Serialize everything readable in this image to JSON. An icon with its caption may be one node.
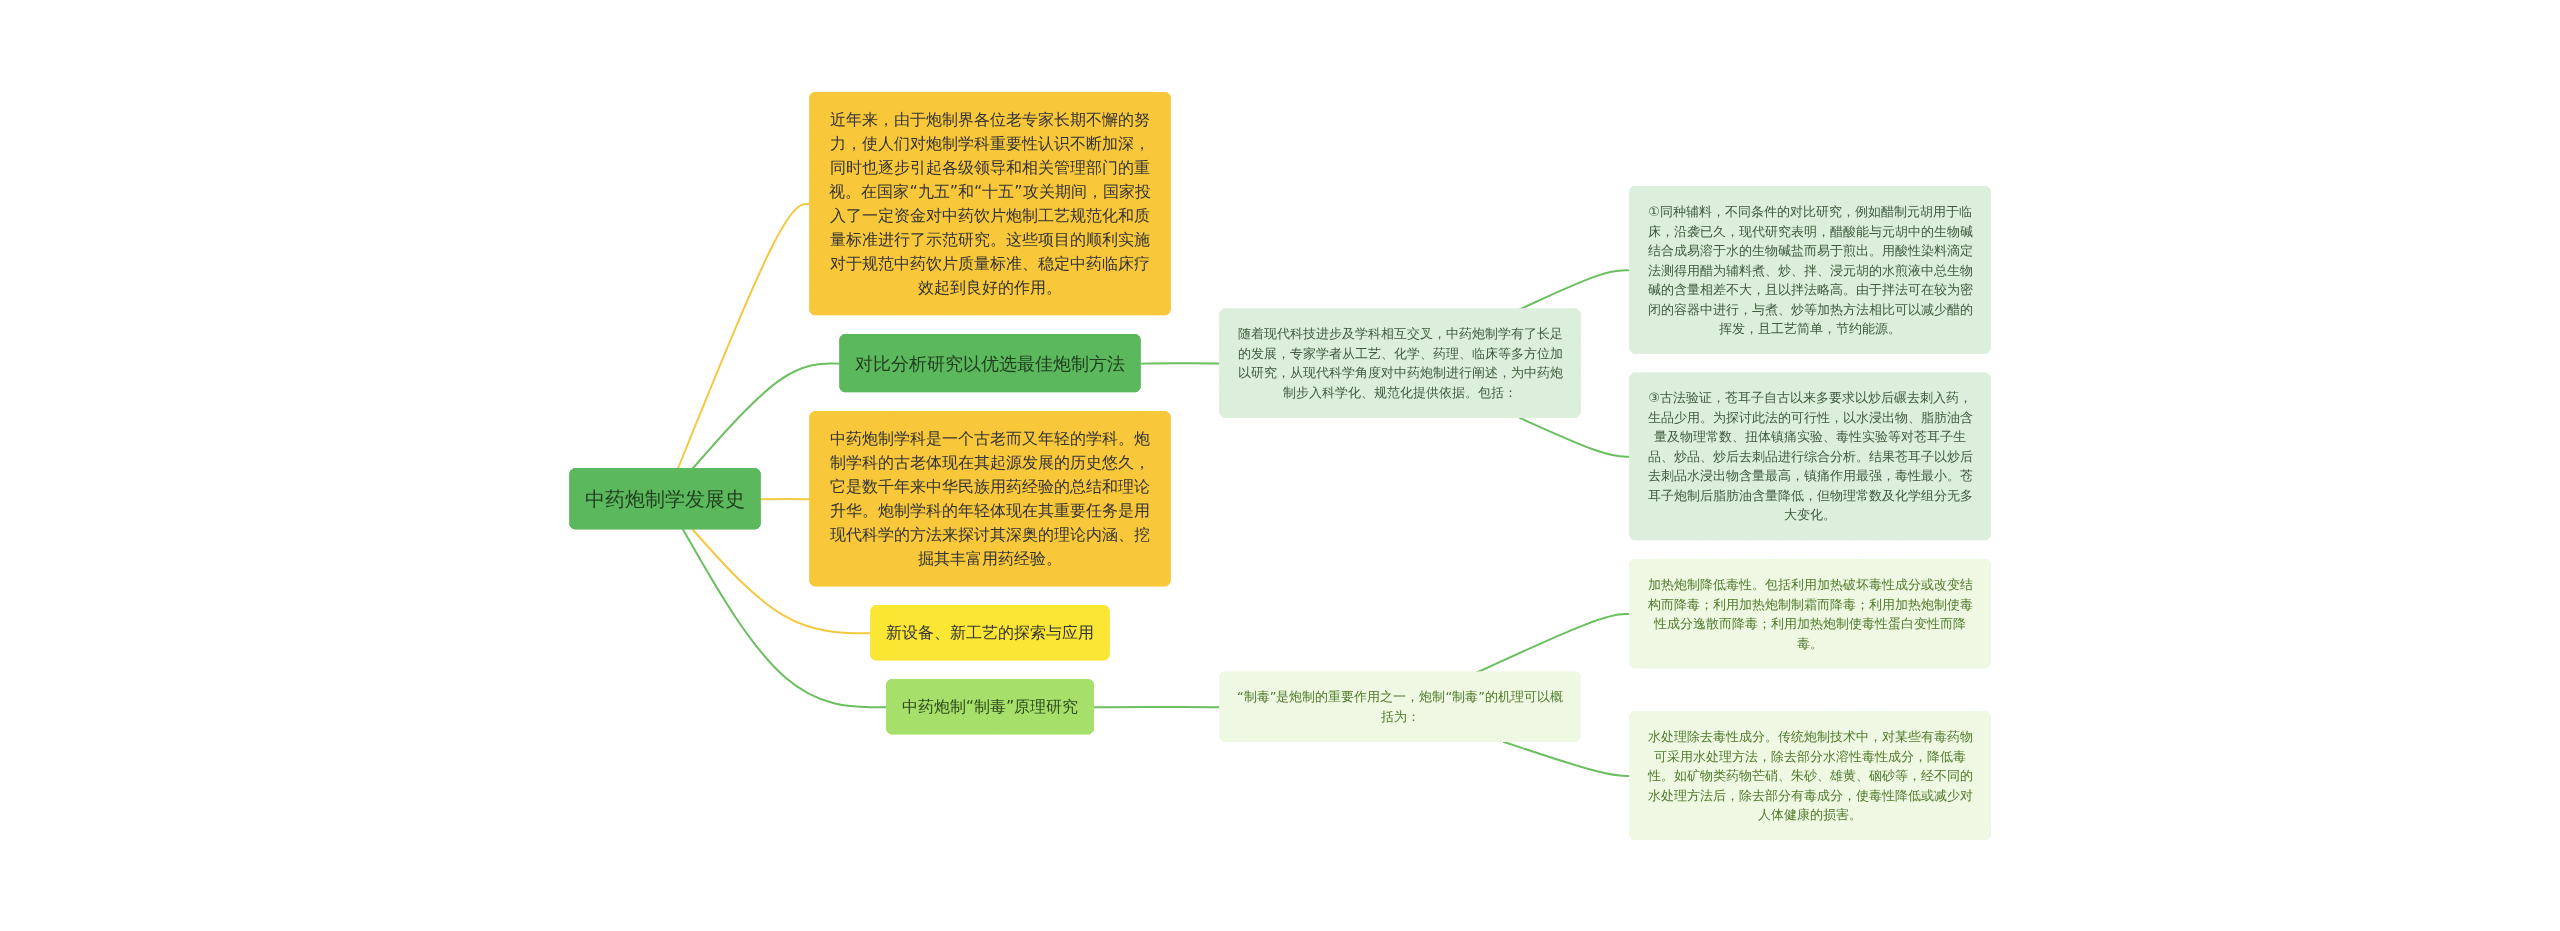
{
  "diagram": {
    "nodes": [
      {
        "text": [
          "中药炮制学发展史"
        ]
      },
      {
        "text": [
          "近年来，由于炮制界各位老专家长期不懈的努力，使人们对炮制学科重要性认识不断加深，同时也逐步引起各级领导和相关管理部门的重视。在国家“九五”和“十五”攻关期间，国家投入了一定资金对中药饮片炮制工艺规范化和质量标准进行了示范研究。这些项目的顺利实施对于规范中药饮片质量标准、稳定中药临床疗效起到良好的作用。"
        ]
      },
      {
        "text": [
          "对比分析研究以优选最佳炮制方法"
        ]
      },
      {
        "text": [
          "随着现代科技进步及学科相互交叉，中药炮制学有了长足的发展，专家学者从工艺、化学、药理、临床等多方位加以研究，从现代科学角度对中药炮制进行阐述，为中药炮制步入科学化、规范化提供依据。包括："
        ]
      },
      {
        "text": [
          "①同种辅料，不同条件的对比研究，例如醋制元胡用于临床，沿袭已久，现代研究表明，醋酸能与元胡中的生物碱结合成易溶于水的生物碱盐而易于煎出。用酸性染料滴定法测得用醋为辅料煮、炒、拌、浸元胡的水煎液中总生物碱的含量相差不大，且以拌法略高。由于拌法可在较为密闭的容器中进行，与煮、炒等加热方法相比可以减少醋的挥发，且工艺简单，节约能源。"
        ]
      },
      {
        "text": [
          "③古法验证，苍耳子自古以来多要求以炒后碾去刺入药，生品少用。为探讨此法的可行性，以水浸出物、脂肪油含量及物理常数、扭体镇痛实验、毒性实验等对苍耳子生品、炒品、炒后去刺品进行综合分析。结果苍耳子以炒后去刺品水浸出物含量最高，镇痛作用最强，毒性最小。苍耳子炮制后脂肪油含量降低，但物理常数及化学组分无多大变化。"
        ]
      },
      {
        "text": [
          "中药炮制学科是一个古老而又年轻的学科。炮制学科的古老体现在其起源发展的历史悠久，它是数千年来中华民族用药经验的总结和理论升华。炮制学科的年轻体现在其重要任务是用现代科学的方法来探讨其深奥的理论内涵、挖掘其丰富用药经验。"
        ]
      },
      {
        "text": [
          "新设备、新工艺的探索与应用"
        ]
      },
      {
        "text": [
          "中药炮制“制毒”原理研究"
        ]
      },
      {
        "text": [
          "“制毒”是炮制的重要作用之一，炮制“制毒”的机理可以概括为："
        ]
      },
      {
        "text": [
          "加热炮制降低毒性。包括利用加热破坏毒性成分或改变结构而降毒；利用加热炮制制霜而降毒；利用加热炮制使毒性成分逸散而降毒；利用加热炮制使毒性蛋白变性而降毒。"
        ]
      },
      {
        "text": [
          "水处理除去毒性成分。传统炮制技术中，对某些有毒药物可采用水处理方法，除去部分水溶性毒性成分，降低毒性。如矿物类药物芒硝、朱砂、雄黄、硇砂等，经不同的水处理方法后，除去部分有毒成分，使毒性降低或减少对人体健康的损害。"
        ]
      }
    ],
    "edges": [
      {
        "from": 0,
        "to": 1,
        "arrow": "none",
        "color": "#f5c842"
      },
      {
        "from": 0,
        "to": 2,
        "arrow": "none"
      },
      {
        "from": 2,
        "to": 3,
        "arrow": "none"
      },
      {
        "from": 3,
        "to": 4,
        "arrow": "none"
      },
      {
        "from": 3,
        "to": 5,
        "arrow": "none"
      },
      {
        "from": 0,
        "to": 6,
        "arrow": "none",
        "color": "#f5c842"
      },
      {
        "from": 0,
        "to": 7,
        "arrow": "none",
        "color": "#f5c842"
      },
      {
        "from": 0,
        "to": 8,
        "arrow": "none"
      },
      {
        "from": 8,
        "to": 9,
        "arrow": "none"
      },
      {
        "from": 9,
        "to": 10,
        "arrow": "none"
      },
      {
        "from": 9,
        "to": 11,
        "arrow": "none"
      }
    ]
  }
}
